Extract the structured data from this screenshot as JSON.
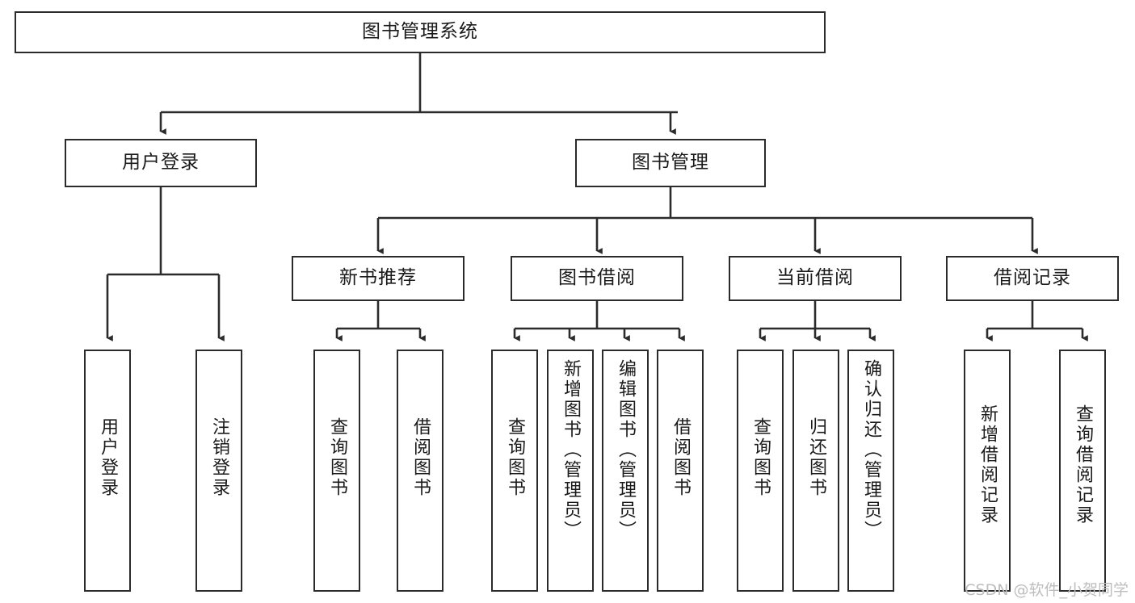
{
  "diagram": {
    "title": "图书管理系统",
    "type": "tree-hierarchy-chart",
    "colors": {
      "background": "#ffffff",
      "box_border": "#2b2b2b",
      "box_fill": "#ffffff",
      "edge": "#2b2b2b",
      "text": "#1a1a1a",
      "watermark": "#bdbdbd"
    },
    "root": {
      "label": "图书管理系统"
    },
    "level2": [
      {
        "label": "用户登录"
      },
      {
        "label": "图书管理"
      }
    ],
    "level3": [
      {
        "label": "新书推荐"
      },
      {
        "label": "图书借阅"
      },
      {
        "label": "当前借阅"
      },
      {
        "label": "借阅记录"
      }
    ],
    "leaves": {
      "user_login": [
        {
          "label": "用户登录"
        },
        {
          "label": "注销登录"
        }
      ],
      "new_book_recommend": [
        {
          "label": "查询图书"
        },
        {
          "label": "借阅图书"
        }
      ],
      "book_borrow": [
        {
          "label": "查询图书"
        },
        {
          "label": "新增图书（管理员）"
        },
        {
          "label": "编辑图书（管理员）"
        },
        {
          "label": "借阅图书"
        }
      ],
      "current_borrow": [
        {
          "label": "查询图书"
        },
        {
          "label": "归还图书"
        },
        {
          "label": "确认归还（管理员）"
        }
      ],
      "borrow_record": [
        {
          "label": "新增借阅记录"
        },
        {
          "label": "查询借阅记录"
        }
      ]
    }
  },
  "watermark": {
    "text": "CSDN @软件_小贺同学"
  }
}
